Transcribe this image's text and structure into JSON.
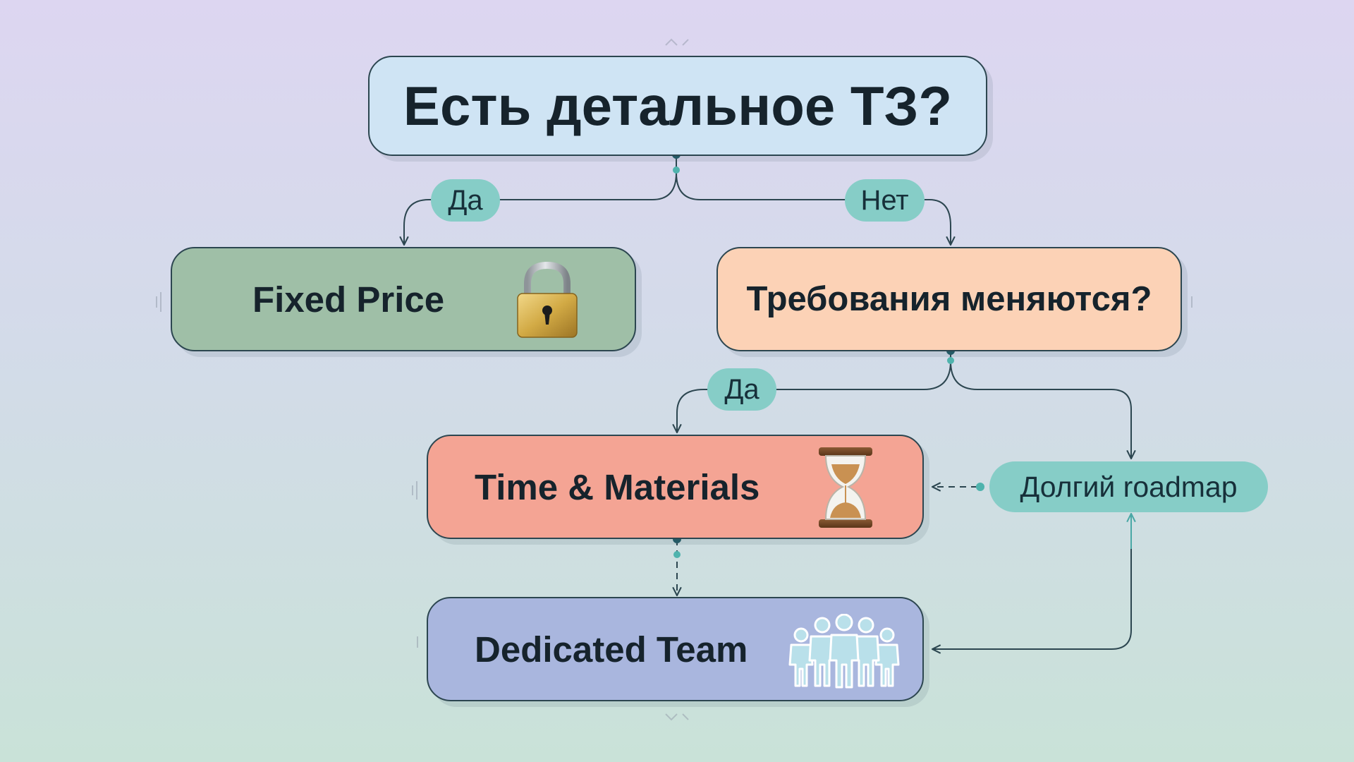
{
  "nodes": {
    "question_tz": "Есть детальное ТЗ?",
    "fixed_price": "Fixed Price",
    "question_requirements": "Требования меняются?",
    "time_materials": "Time & Materials",
    "dedicated_team": "Dedicated Team"
  },
  "edge_labels": {
    "tz_yes": "Да",
    "tz_no": "Нет",
    "requirements_yes": "Да",
    "long_roadmap": "Долгий roadmap"
  },
  "icons": {
    "fixed_price": "lock-icon",
    "time_materials": "hourglass-icon",
    "dedicated_team": "team-icon"
  },
  "colors": {
    "question_tz_fill": "#cfe4f4",
    "fixed_price_fill": "#9fbfa7",
    "question_requirements_fill": "#fcd2b6",
    "time_materials_fill": "#f4a494",
    "dedicated_team_fill": "#a9b6de",
    "edge_label_fill": "#86cdc7",
    "connector": "#2c4650",
    "connector_dot": "#4fb3ad"
  }
}
